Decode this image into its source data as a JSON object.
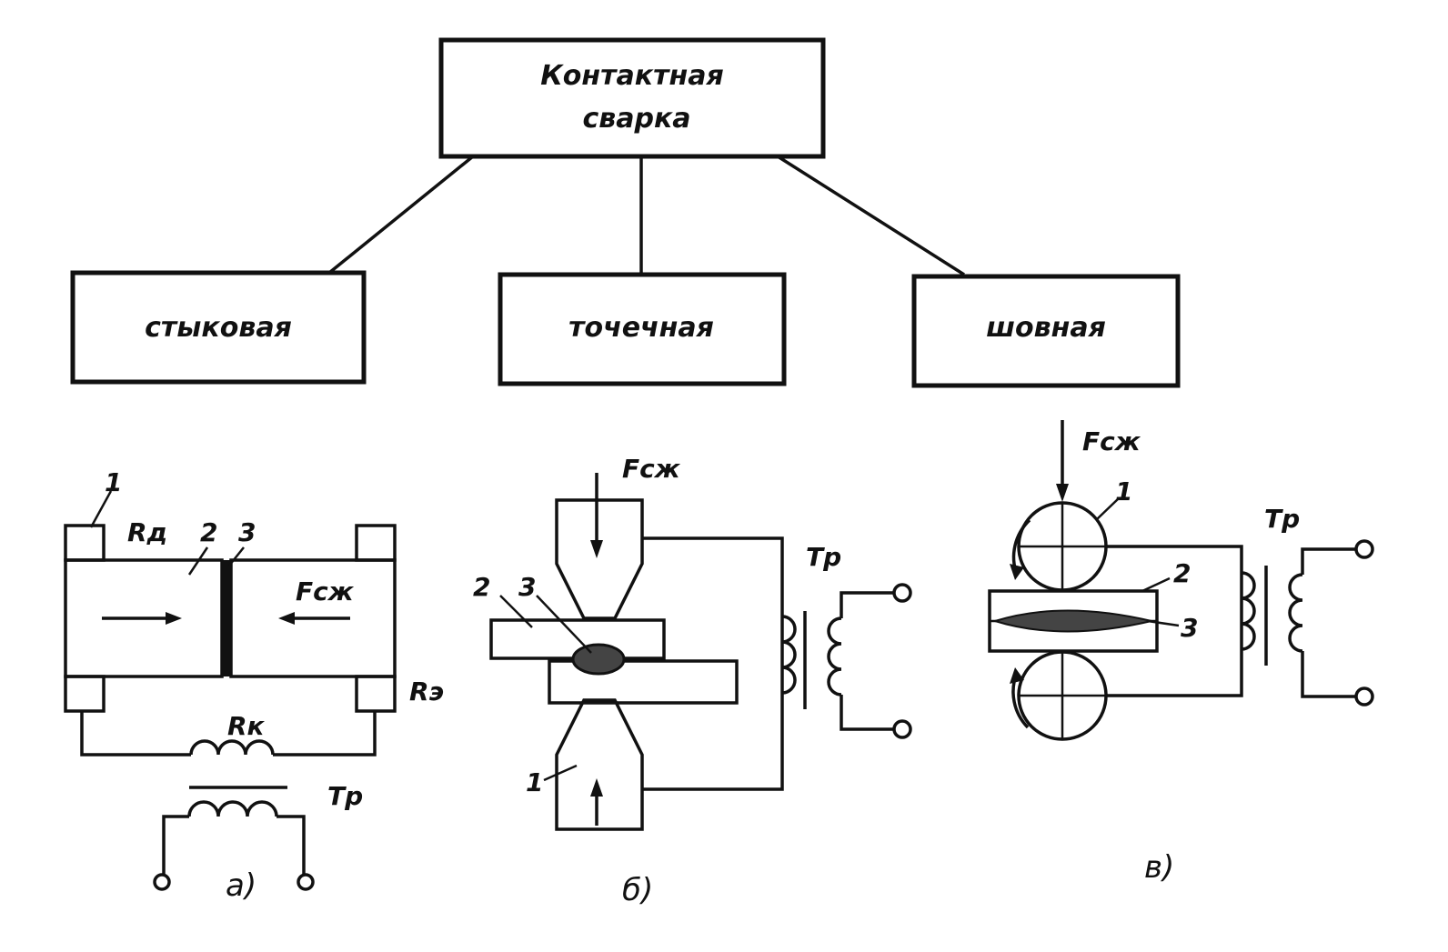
{
  "root": {
    "line1": "Контактная",
    "line2": "сварка"
  },
  "children": [
    "стыковая",
    "точечная",
    "шовная"
  ],
  "fig_a": {
    "label_1": "1",
    "label_2": "2",
    "label_3": "3",
    "r_d": "Rд",
    "r_e": "Rэ",
    "r_k": "Rк",
    "force": "Fсж",
    "transformer": "Тр",
    "caption": "а)"
  },
  "fig_b": {
    "label_1": "1",
    "label_2": "2",
    "label_3": "3",
    "force": "Fсж",
    "transformer": "Тр",
    "caption": "б)"
  },
  "fig_c": {
    "label_1": "1",
    "label_2": "2",
    "label_3": "3",
    "force": "Fсж",
    "transformer": "Тр",
    "caption": "в)"
  },
  "colors": {
    "ink": "#111111",
    "weld": "#444444",
    "paper": "#ffffff"
  }
}
